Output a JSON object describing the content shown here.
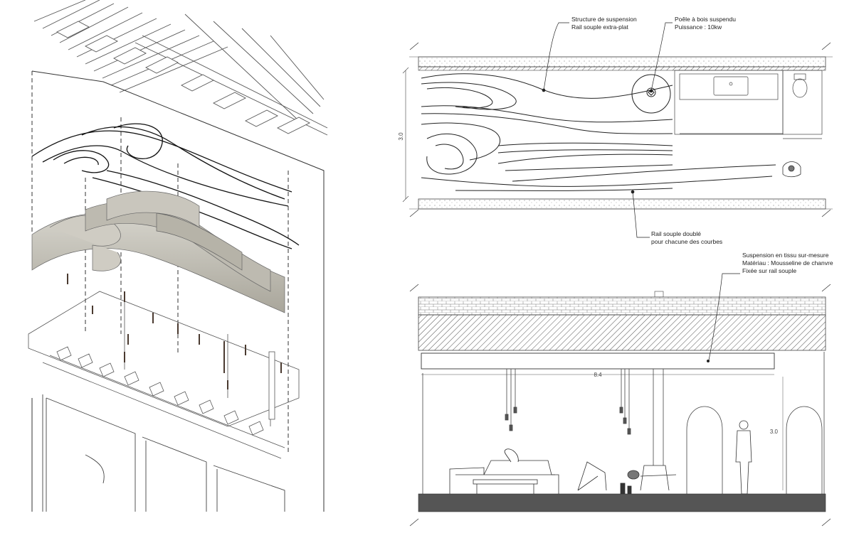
{
  "plan": {
    "annotations": {
      "suspension_structure": [
        "Structure de suspension",
        "Rail souple extra-plat"
      ],
      "stove": [
        "Poêle à bois suspendu",
        "Puissance : 10kw"
      ],
      "double_rail": [
        "Rail souple doublé",
        "pour chacune des courbes"
      ]
    },
    "dimensions": {
      "height": "3.0"
    }
  },
  "section": {
    "annotations": {
      "fabric": [
        "Suspension en tissu sur-mesure",
        "Matériau : Mousseline de chanvre",
        "Fixée sur rail souple"
      ]
    },
    "dimensions": {
      "length": "8.4",
      "height": "3.0"
    }
  }
}
